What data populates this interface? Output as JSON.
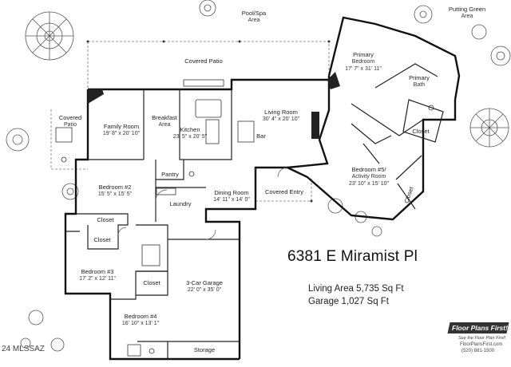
{
  "address": "6381 E Miramist Pl",
  "living_area": "Living Area 5,735 Sq Ft",
  "garage_area": "Garage 1,027 Sq Ft",
  "watermark": "24 MLSSAZ",
  "brand": {
    "name": "Floor Plans First!",
    "tagline": "See the Floor Plan First!",
    "url": "FloorPlansFirst.com",
    "phone": "(520) 881-1500"
  },
  "rooms": {
    "pool_spa": {
      "name": "Pool/Spa",
      "dim": "Area"
    },
    "putting_green": {
      "name": "Putting Green",
      "dim": "Area"
    },
    "covered_patio": {
      "name": "Covered Patio",
      "dim": ""
    },
    "covered_patio_left": {
      "name": "Covered",
      "dim": "Patio"
    },
    "primary_bedroom": {
      "name": "Primary",
      "dim": "Bedroom"
    },
    "primary_bedroom_size": {
      "name": "17' 7\" x 31' 11\"",
      "dim": ""
    },
    "primary_bath": {
      "name": "Primary",
      "dim": "Bath"
    },
    "family_room": {
      "name": "Family Room",
      "dim": "19' 8\" x 20' 10\""
    },
    "breakfast_area": {
      "name": "Breakfast",
      "dim": "Area"
    },
    "kitchen": {
      "name": "Kitchen",
      "dim": "23' 5\" x 20' 5\""
    },
    "living_room": {
      "name": "Living Room",
      "dim": "30' 4\" x 20' 10\""
    },
    "bar": {
      "name": "Bar",
      "dim": ""
    },
    "closet_primary": {
      "name": "Closet",
      "dim": ""
    },
    "bedroom_5": {
      "name": "Bedroom #5/",
      "dim": "Activity Room"
    },
    "bedroom_5_size": {
      "name": "23' 10\" x 15' 10\"",
      "dim": ""
    },
    "closet_bedroom_5": {
      "name": "Closet",
      "dim": ""
    },
    "bedroom_2": {
      "name": "Bedroom #2",
      "dim": "15' 5\" x 15' 5\""
    },
    "pantry": {
      "name": "Pantry",
      "dim": ""
    },
    "dining_room": {
      "name": "Dining Room",
      "dim": "14' 11\" x 14' 0\""
    },
    "covered_entry": {
      "name": "Covered Entry",
      "dim": ""
    },
    "laundry": {
      "name": "Laundry",
      "dim": ""
    },
    "closet_hall": {
      "name": "Closet",
      "dim": ""
    },
    "closet_bedroom_3": {
      "name": "Closet",
      "dim": ""
    },
    "bedroom_3": {
      "name": "Bedroom #3",
      "dim": "17' 2\" x 12' 11\""
    },
    "closet_garage": {
      "name": "Closet",
      "dim": ""
    },
    "garage": {
      "name": "3-Car Garage",
      "dim": "22' 0\" x 35' 0\""
    },
    "bedroom_4": {
      "name": "Bedroom #4",
      "dim": "16' 10\" x 13' 1\""
    },
    "storage": {
      "name": "Storage",
      "dim": ""
    }
  }
}
